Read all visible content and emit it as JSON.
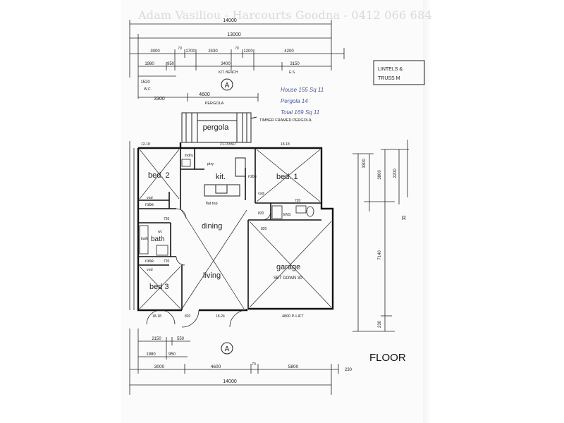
{
  "watermark": "Adam Vasiliou - Harcourts Goodna - 0412 066 684",
  "plan_title": "FLOOR",
  "rooms": {
    "pergola": "pergola",
    "bed2": "bed. 2",
    "bed1": "bed. 1",
    "bed3": "bed 3",
    "kit": "kit.",
    "dining": "dining",
    "living": "living",
    "garage": "garage",
    "garage_note": "SET DOWN 30",
    "bath": "bath",
    "robe_bed2": "robe",
    "robe_bed3": "robe",
    "robe_bed1": "robe",
    "vsd_bed2": "vsd",
    "vsd_bed3": "vsd",
    "vsd_bed1": "vsd",
    "ptry": "ptry",
    "lndry": "lndry",
    "flat_top": "flat top",
    "bath_small": "bath",
    "wc": "wc",
    "ens": "ENS"
  },
  "notes": {
    "timber_pergola": "TIMBER FRAMED PERGOLA",
    "lintels": "LINTELS &",
    "truss": "TRUSS M",
    "pergola_dim": "PERGOLA",
    "handwritten_1": "House 155 Sq 11",
    "handwritten_2": "Pergola 14",
    "handwritten_3": "Total 169 Sq 11",
    "p_lift": "4800 P-LIFT",
    "kit_bench": "KIT. BENCH",
    "es": "E.S.",
    "wc_top": "W.C."
  },
  "dimensions": {
    "top_overall": "14000",
    "top_second": "13000",
    "top_row3": [
      "3000",
      "70",
      "1700",
      "2430",
      "70",
      "1200",
      "4200"
    ],
    "top_row4": [
      "1980",
      "950",
      "3400",
      "3150"
    ],
    "top_row5": [
      "1520"
    ],
    "pergola_width": "4600",
    "pergola_left": "3300",
    "bottom_row1": [
      "2150",
      "550"
    ],
    "bottom_row2": [
      "1980",
      "950"
    ],
    "bottom_row3": [
      "3000",
      "4600",
      "70",
      "5800",
      "230"
    ],
    "bottom_overall": "14000",
    "right_dims": [
      "3300",
      "3800",
      "2200",
      "7140",
      "230"
    ],
    "interior": [
      "12-18",
      "21-1555D",
      "18-18",
      "820",
      "720",
      "820",
      "720",
      "720",
      "18-18",
      "820",
      "18-24"
    ]
  },
  "section_marker": "A",
  "section_marker_bottom": "A",
  "annotation_r": "R"
}
